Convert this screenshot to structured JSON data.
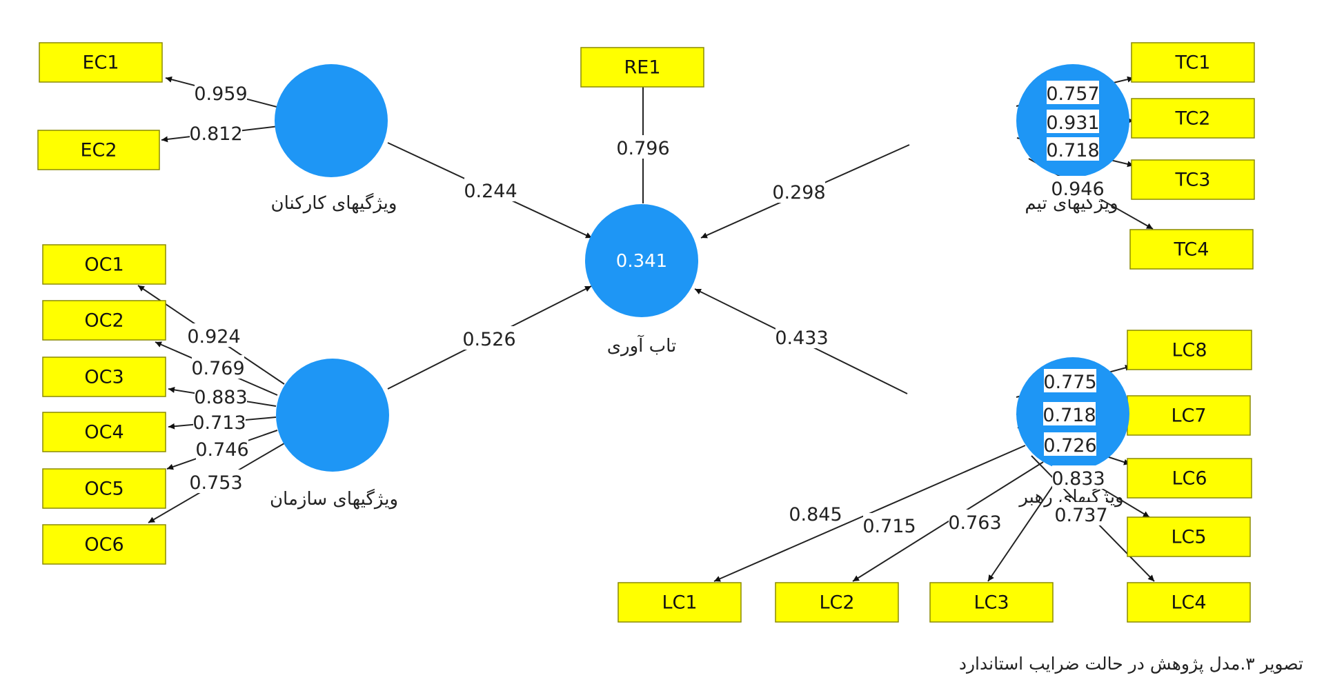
{
  "caption": "تصویر ۳.مدل پژوهش در حالت ضرایب استاندارد",
  "constructs": [
    {
      "id": "resilience",
      "label": "تاب آوری",
      "value": "0.341"
    },
    {
      "id": "employee",
      "label": "ویژگیهای کارکنان"
    },
    {
      "id": "team",
      "label": "ویژگیهای تیم"
    },
    {
      "id": "organization",
      "label": "ویژگیهای سازمان"
    },
    {
      "id": "leader",
      "label": "ویژگیهای رهبر"
    }
  ],
  "indicators": [
    "EC1",
    "EC2",
    "RE1",
    "TC1",
    "TC2",
    "TC3",
    "TC4",
    "OC1",
    "OC2",
    "OC3",
    "OC4",
    "OC5",
    "OC6",
    "LC8",
    "LC7",
    "LC6",
    "LC5",
    "LC4",
    "LC1",
    "LC2",
    "LC3"
  ],
  "edges": [
    {
      "from": "employee",
      "to": "EC1",
      "value": "0.959"
    },
    {
      "from": "employee",
      "to": "EC2",
      "value": "0.812"
    },
    {
      "from": "resilience",
      "to": "RE1",
      "value": "0.796",
      "arrow": false
    },
    {
      "from": "team",
      "to": "TC1",
      "value": "0.757"
    },
    {
      "from": "team",
      "to": "TC2",
      "value": "0.931"
    },
    {
      "from": "team",
      "to": "TC3",
      "value": "0.718"
    },
    {
      "from": "team",
      "to": "TC4",
      "value": "0.946"
    },
    {
      "from": "organization",
      "to": "OC1",
      "value": "0.924"
    },
    {
      "from": "organization",
      "to": "OC2",
      "value": "0.769"
    },
    {
      "from": "organization",
      "to": "OC3",
      "value": "0.883"
    },
    {
      "from": "organization",
      "to": "OC4",
      "value": "0.713"
    },
    {
      "from": "organization",
      "to": "OC5",
      "value": "0.746"
    },
    {
      "from": "organization",
      "to": "OC6",
      "value": "0.753"
    },
    {
      "from": "leader",
      "to": "LC8",
      "value": "0.775"
    },
    {
      "from": "leader",
      "to": "LC7",
      "value": "0.718"
    },
    {
      "from": "leader",
      "to": "LC6",
      "value": "0.726"
    },
    {
      "from": "leader",
      "to": "LC5",
      "value": "0.833"
    },
    {
      "from": "leader",
      "to": "LC4",
      "value": "0.737"
    },
    {
      "from": "leader",
      "to": "LC1",
      "value": "0.845"
    },
    {
      "from": "leader",
      "to": "LC2",
      "value": "0.715"
    },
    {
      "from": "leader",
      "to": "LC3",
      "value": "0.763"
    },
    {
      "from": "employee",
      "to": "resilience",
      "value": "0.244"
    },
    {
      "from": "team",
      "to": "resilience",
      "value": "0.298"
    },
    {
      "from": "organization",
      "to": "resilience",
      "value": "0.526"
    },
    {
      "from": "leader",
      "to": "resilience",
      "value": "0.433"
    }
  ]
}
